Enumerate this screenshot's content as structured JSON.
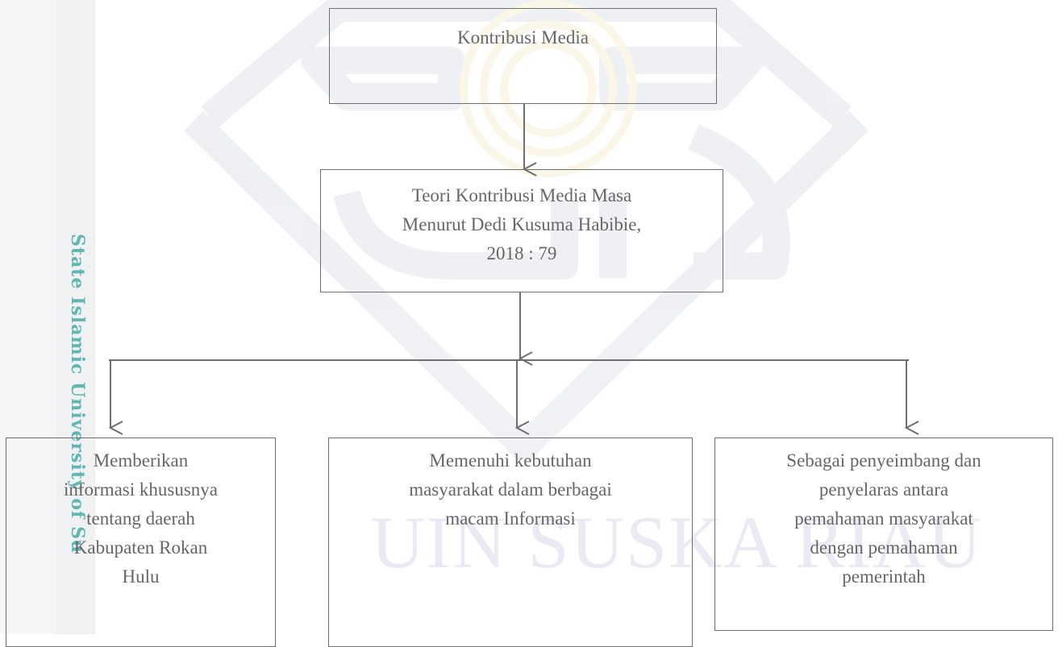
{
  "watermark": {
    "vertical_text": "State Islamic University of Su",
    "logo_text": "UIN SUSKA RIAU"
  },
  "diagram": {
    "top_box": {
      "lines": [
        "Kontribusi Media"
      ]
    },
    "middle_box": {
      "lines": [
        "Teori Kontribusi Media Masa",
        "Menurut Dedi Kusuma Habibie,",
        "2018 : 79"
      ]
    },
    "bottom_boxes": [
      {
        "lines": [
          "Memberikan",
          "informasi khususnya",
          "tentang daerah",
          "Kabupaten Rokan",
          "Hulu"
        ]
      },
      {
        "lines": [
          "Memenuhi kebutuhan",
          "masyarakat dalam berbagai",
          "macam Informasi"
        ]
      },
      {
        "lines": [
          "Sebagai penyeimbang dan",
          "penyelaras antara",
          "pemahaman masyarakat",
          "dengan pemahaman",
          "pemerintah"
        ]
      }
    ]
  },
  "colors": {
    "line": "#6f6f6f",
    "text": "#666666",
    "watermark_text": "#5fb7b0",
    "watermark_logo": "#e9eaf4"
  }
}
